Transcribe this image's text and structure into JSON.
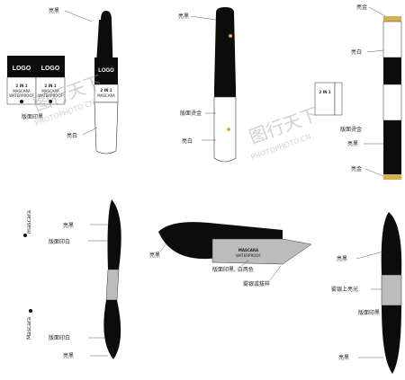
{
  "labels": {
    "shiny_black": "亮黑",
    "shiny_white": "亮白",
    "shiny_gold": "亮金",
    "plate_gold": "版面烫金",
    "plate_print_white": "版面印白",
    "plate_print": "版面印黑",
    "plate_print_two": "版面印黑, 白两色",
    "silver_drawing": "雾银或拔样",
    "silver_bright": "雾银上亮光"
  },
  "logo": "LOGO",
  "brand": {
    "mascara_caps": "MASCARA",
    "waterproof": "WATERPROOF",
    "two_in_one": "2 IN 1",
    "mascara_script": "mascara",
    "mascara_title": "Mascara",
    "mascara_mid": "MASCARA"
  },
  "watermark": {
    "cn": "图行天下",
    "en": "PHOTOPHOTO.CN"
  },
  "colors": {
    "black": "#0c0c0c",
    "white": "#ffffff",
    "gold": "#d7ae4a",
    "silver": "#bcbcbc"
  }
}
